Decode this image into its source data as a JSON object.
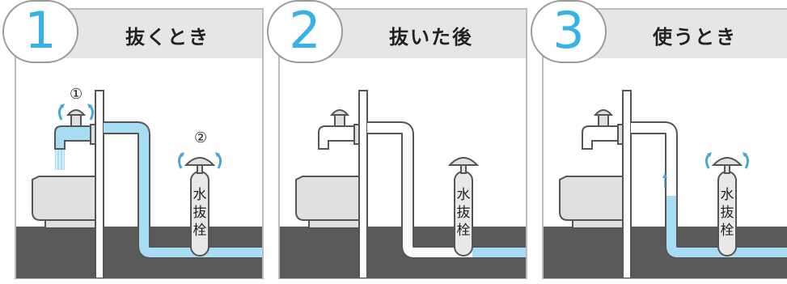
{
  "panels": [
    {
      "number": "1",
      "title": "抜くとき",
      "step_labels": [
        "①",
        "②"
      ]
    },
    {
      "number": "2",
      "title": "抜いた後"
    },
    {
      "number": "3",
      "title": "使うとき"
    }
  ],
  "valve_label": [
    "水",
    "抜",
    "栓"
  ],
  "colors": {
    "water": "#a8dcf4",
    "arrow": "#4aa8d8",
    "ground": "#5a5a5a",
    "pipe_stroke": "#555555"
  }
}
